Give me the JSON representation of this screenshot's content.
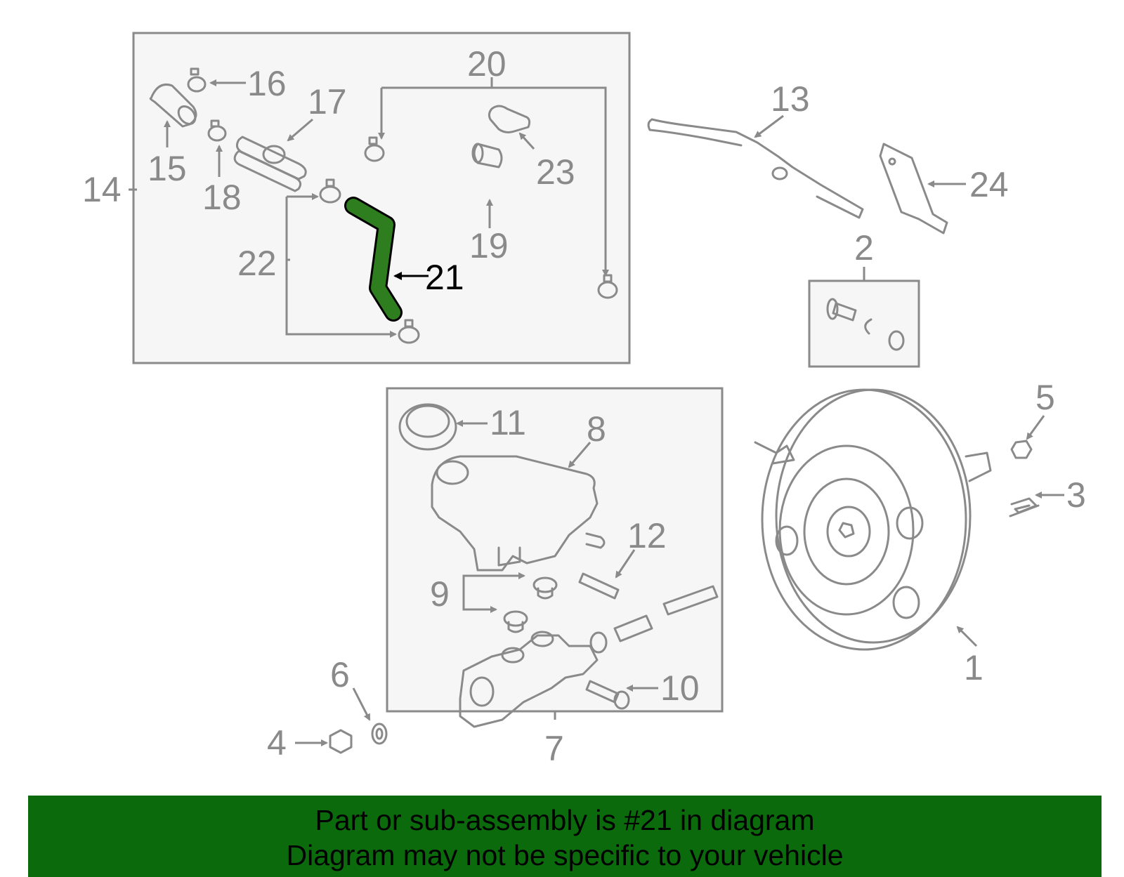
{
  "colors": {
    "highlight_part": "#2e7d1e",
    "banner_background": "#0b6a0b",
    "line_gray": "#8a8a8a",
    "box_fill": "#f6f6f6"
  },
  "callouts": {
    "c1": "1",
    "c2": "2",
    "c3": "3",
    "c4": "4",
    "c5": "5",
    "c6": "6",
    "c7": "7",
    "c8": "8",
    "c9": "9",
    "c10": "10",
    "c11": "11",
    "c12": "12",
    "c13": "13",
    "c14": "14",
    "c15": "15",
    "c16": "16",
    "c17": "17",
    "c18": "18",
    "c19": "19",
    "c20": "20",
    "c21": "21",
    "c22": "22",
    "c23": "23",
    "c24": "24"
  },
  "highlighted_callout": "21",
  "banner": {
    "line1": "Part or sub-assembly is #21 in diagram",
    "line2": "Diagram may not be specific to your vehicle"
  }
}
